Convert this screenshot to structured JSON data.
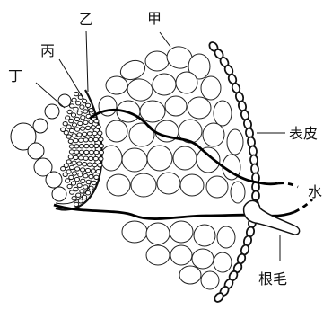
{
  "figure": {
    "labels": {
      "jia": "甲",
      "yi": "乙",
      "bing": "丙",
      "ding": "丁",
      "epidermis": "表皮",
      "water": "水",
      "root_hair": "根毛"
    }
  }
}
